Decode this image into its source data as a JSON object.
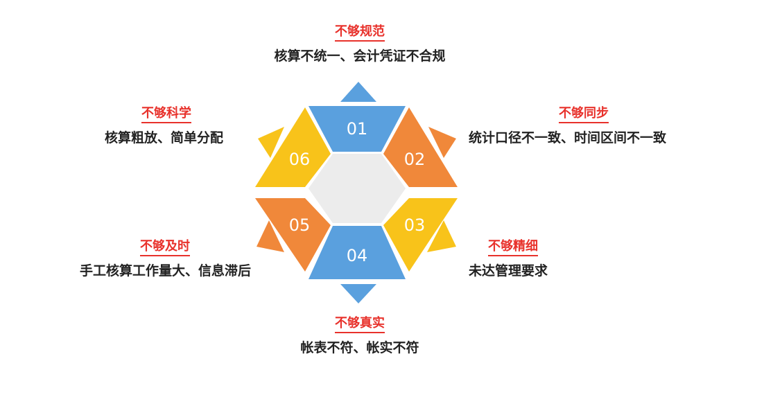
{
  "colors": {
    "blue": "#5aa0de",
    "orange": "#f0883a",
    "yellow": "#f8c31a",
    "center_hex": "#ececec",
    "title_red": "#e8312b"
  },
  "segments": [
    {
      "num": "01",
      "title": "不够规范",
      "desc": "核算不统一、会计凭证不合规",
      "color": "blue"
    },
    {
      "num": "02",
      "title": "不够同步",
      "desc": "统计口径不一致、时间区间不一致",
      "color": "orange"
    },
    {
      "num": "03",
      "title": "不够精细",
      "desc": "未达管理要求",
      "color": "yellow"
    },
    {
      "num": "04",
      "title": "不够真实",
      "desc": "帐表不符、帐实不符",
      "color": "blue"
    },
    {
      "num": "05",
      "title": "不够及时",
      "desc": "手工核算工作量大、信息滞后",
      "color": "orange"
    },
    {
      "num": "06",
      "title": "不够科学",
      "desc": "核算粗放、简单分配",
      "color": "yellow"
    }
  ]
}
